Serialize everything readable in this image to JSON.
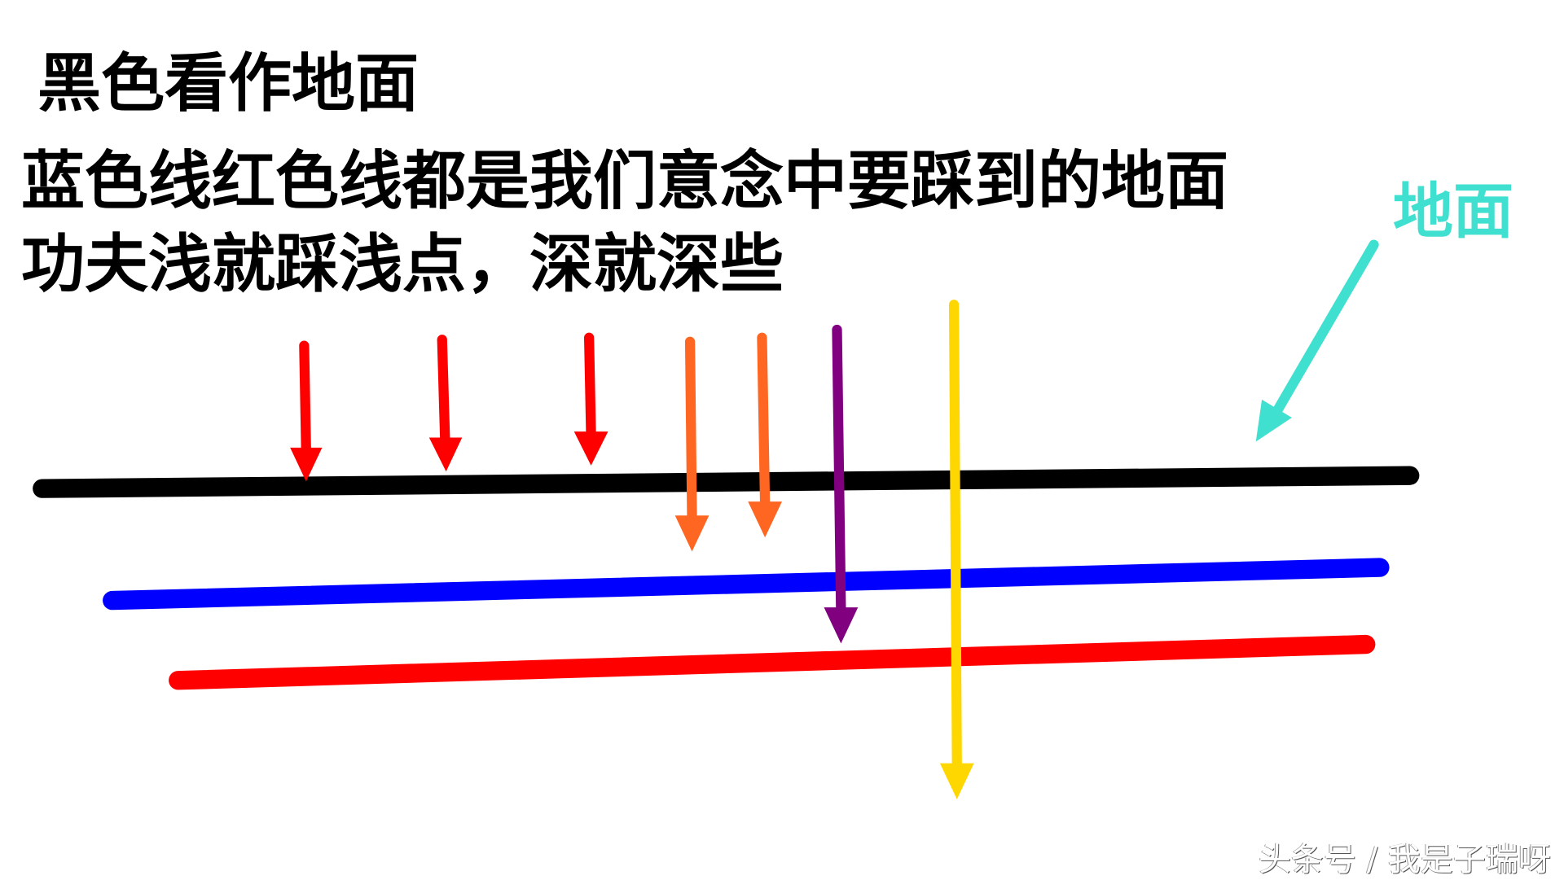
{
  "title": "黑色看作地面",
  "text_line1": "蓝色线红色线都是我们意念中要踩到的地面",
  "text_line2": "功夫浅就踩浅点，深就深些",
  "ground_label": "地面",
  "watermark": "头条号 / 我是子瑞呀",
  "colors": {
    "black_line": "#000000",
    "blue_line": "#0000ff",
    "red_line": "#ff0000",
    "red_arrow": "#ff0000",
    "orange_arrow": "#ff6622",
    "purple_arrow": "#800080",
    "yellow_arrow": "#ffd700",
    "ground_label": "#40e0d0"
  },
  "lines": [
    {
      "name": "black-ground-line",
      "color": "#000000"
    },
    {
      "name": "blue-line",
      "color": "#0000ff"
    },
    {
      "name": "red-line",
      "color": "#ff0000"
    }
  ],
  "arrows": [
    {
      "color": "red",
      "target": "black"
    },
    {
      "color": "red",
      "target": "black"
    },
    {
      "color": "red",
      "target": "black"
    },
    {
      "color": "orange",
      "target": "between black and blue"
    },
    {
      "color": "orange",
      "target": "between black and blue"
    },
    {
      "color": "purple",
      "target": "between blue and red"
    },
    {
      "color": "yellow",
      "target": "below red"
    }
  ]
}
